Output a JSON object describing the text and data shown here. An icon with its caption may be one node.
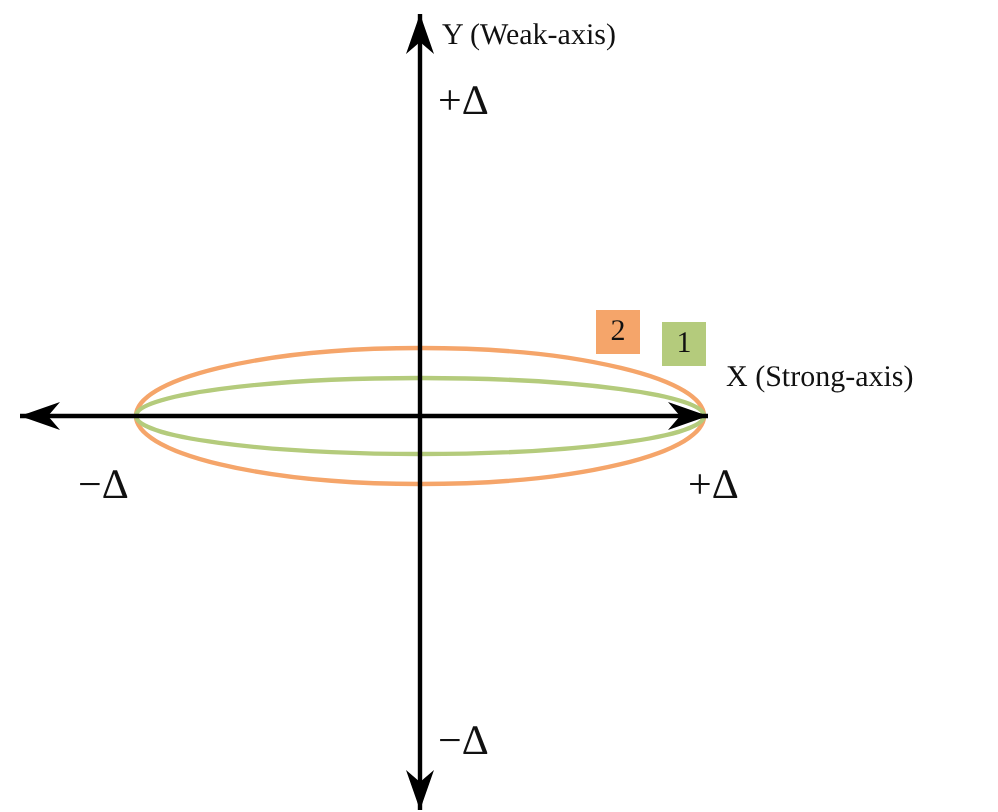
{
  "diagram": {
    "labels": [
      "Y (Weak-axis)",
      "+Δ",
      "X (Strong-axis)",
      "−Δ",
      "+Δ",
      "−Δ"
    ],
    "legend": [
      {
        "text": "2",
        "color": "#f5a56a"
      },
      {
        "text": "1",
        "color": "#b4cb7c"
      }
    ]
  }
}
